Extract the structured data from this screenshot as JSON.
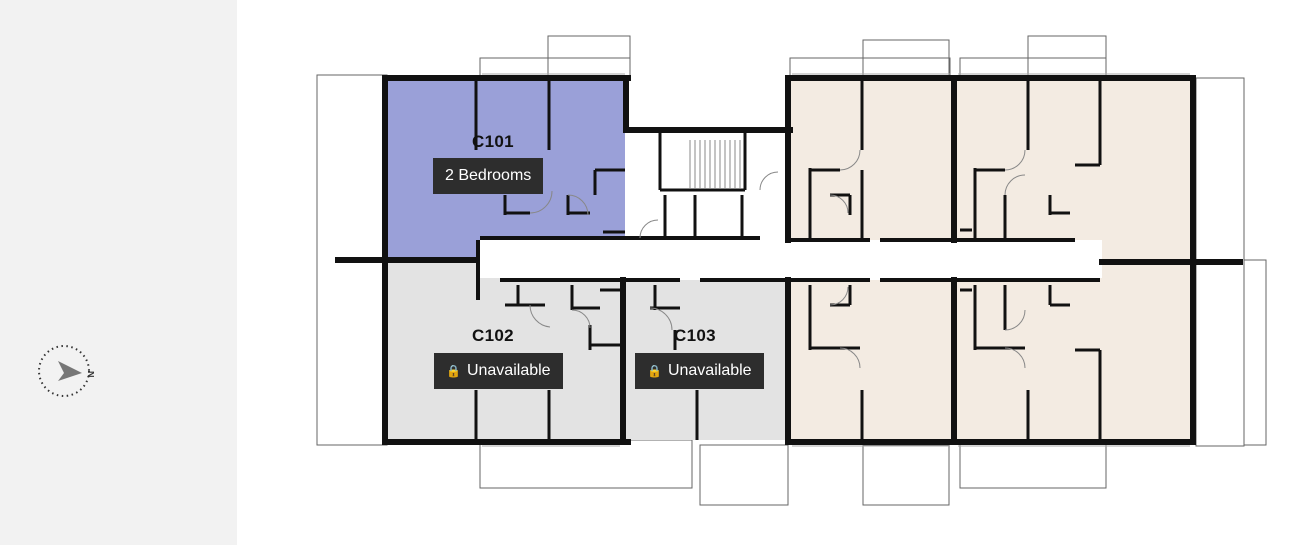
{
  "compass": {
    "direction_label": "N"
  },
  "units": [
    {
      "id": "C101",
      "tag": "2 Bedrooms",
      "status": "available",
      "color": "#9aa0d8"
    },
    {
      "id": "C102",
      "tag": "Unavailable",
      "status": "unavailable",
      "color": "#e3e3e3"
    },
    {
      "id": "C103",
      "tag": "Unavailable",
      "status": "unavailable",
      "color": "#e3e3e3"
    }
  ],
  "colors": {
    "available_unit": "#9aa0d8",
    "unavailable_unit": "#e3e3e3",
    "other_unit": "#f3ebe2",
    "wall": "#111111",
    "tag_bg": "#2d2d2d"
  },
  "icons": {
    "unavailable_icon": "lock-icon",
    "compass_icon": "compass-arrow-icon"
  }
}
